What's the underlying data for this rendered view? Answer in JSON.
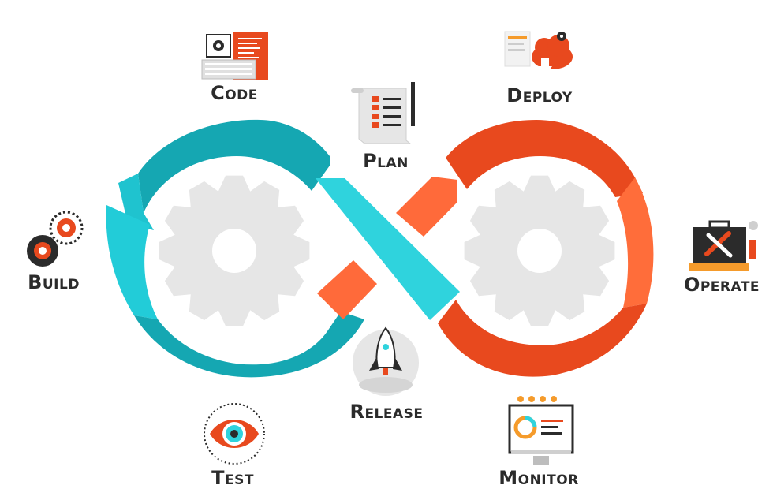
{
  "diagram": {
    "stages": {
      "code": {
        "label": "Code",
        "icon": "code-editor-keyboard-icon"
      },
      "plan": {
        "label": "Plan",
        "icon": "checklist-scroll-icon"
      },
      "deploy": {
        "label": "Deploy",
        "icon": "cloud-upload-icon"
      },
      "build": {
        "label": "Build",
        "icon": "gears-icon"
      },
      "operate": {
        "label": "Operate",
        "icon": "toolbox-icon"
      },
      "release": {
        "label": "Release",
        "icon": "rocket-icon"
      },
      "test": {
        "label": "Test",
        "icon": "eye-icon"
      },
      "monitor": {
        "label": "Monitor",
        "icon": "monitor-dashboard-icon"
      }
    },
    "colors": {
      "teal": "#1fb3bf",
      "teal_dark": "#14a3ad",
      "teal_light": "#2fd3dd",
      "orange": "#e84a1f",
      "orange_light": "#ff6a3a",
      "gear": "#e6e6e6",
      "dark": "#2b2b2b"
    }
  }
}
